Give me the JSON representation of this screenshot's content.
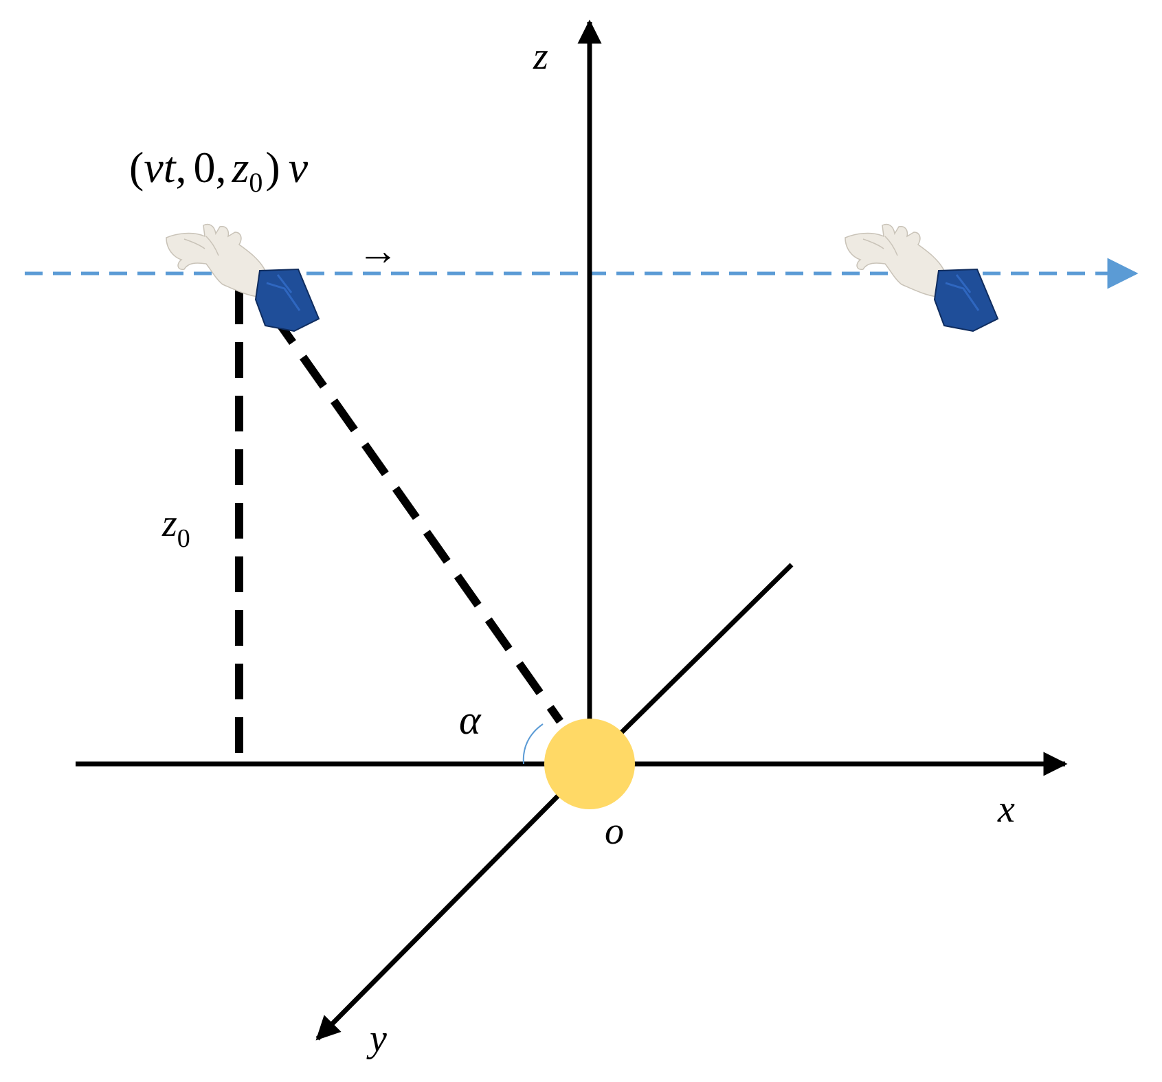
{
  "axes": {
    "x_label": "x",
    "y_label": "y",
    "z_label": "z",
    "origin_label": "o"
  },
  "point_label": {
    "open_paren": "(",
    "vt": "vt",
    "comma_1": ",",
    "zero": "0",
    "comma_2": ",",
    "z": "z",
    "z_subscript": "0",
    "close_paren": ")",
    "v": "v"
  },
  "velocity_arrow_glyph": "→",
  "height_label": {
    "z": "z",
    "subscript": "0"
  },
  "angle_label": "α",
  "colors": {
    "axis": "#000000",
    "trajectory": "#5b9bd5",
    "origin_dot": "#ffd966",
    "sleeve": "#1f4e99",
    "skin": "#eeeae2"
  },
  "icons": {
    "hand_start": "pointing-hand-icon",
    "hand_end": "pointing-hand-icon",
    "origin": "sensor-dot-icon"
  }
}
